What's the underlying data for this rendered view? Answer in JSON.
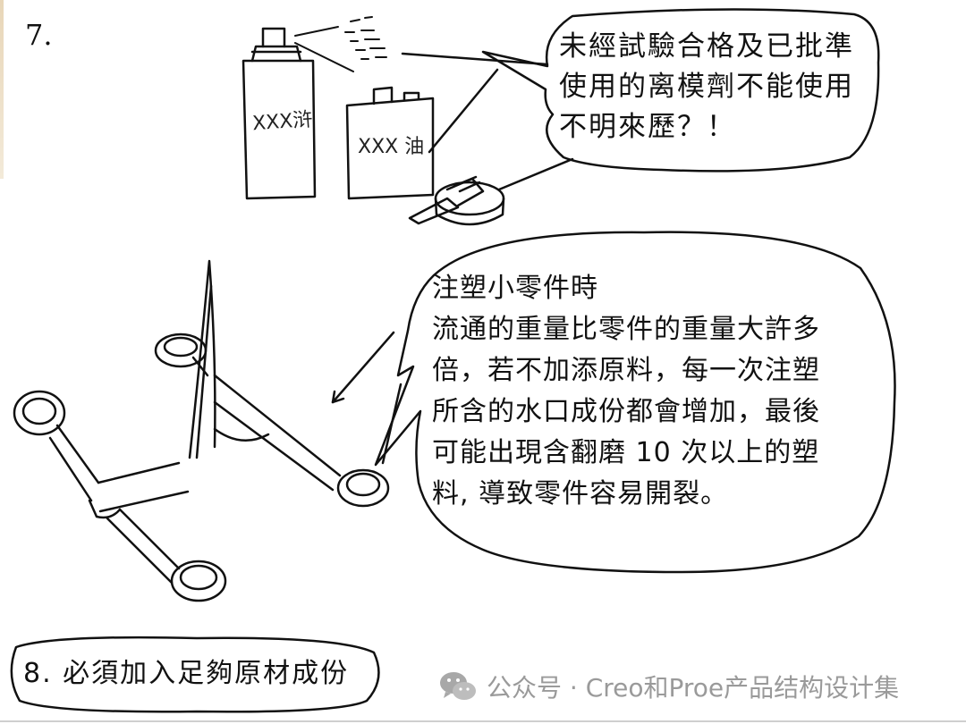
{
  "section_number": "7.",
  "bubble_top": {
    "lines": [
      "未經試驗合格及已批準",
      "使用的离模劑不能使用",
      "不明來歷？！"
    ]
  },
  "can_labels": {
    "spray_can": "XXX浒",
    "oil_can": "XXX 油"
  },
  "bubble_main": {
    "lines": [
      "注塑小零件時",
      "流通的重量比零件的重量大許多",
      "倍，若不加添原料，每一次注塑",
      "所含的水口成份都會增加，最後",
      "可能出現含翻磨 10 次以上的塑",
      "料, 導致零件容易開裂。"
    ]
  },
  "footer_note": "8. 必須加入足夠原材成份",
  "watermark": {
    "icon": "wechat-icon",
    "text": "公众号 · Creo和Proe产品结构设计集"
  },
  "colors": {
    "ink": "#111111",
    "watermark": "#9a9a9a",
    "edge": "#e8d6b8"
  }
}
